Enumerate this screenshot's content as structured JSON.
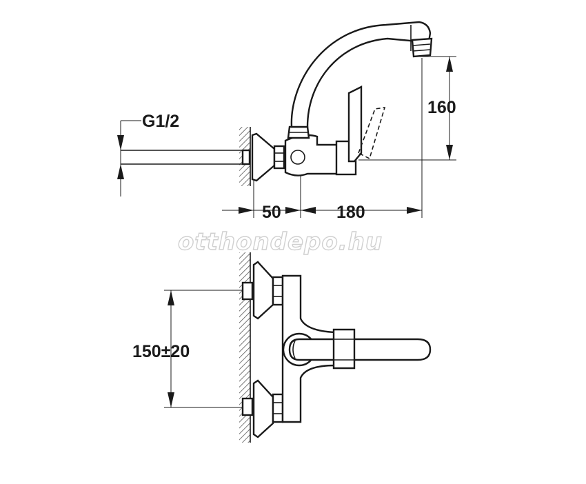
{
  "dimensions": {
    "thread": "G1/2",
    "spout_height": "160",
    "wall_offset": "50",
    "spout_reach": "180",
    "inlet_spacing": "150±20"
  },
  "watermark": "otthondepo.hu",
  "colors": {
    "ink": "#1a1a1a",
    "hatch": "#555555",
    "watermark_outline": "#d0d0d0"
  }
}
